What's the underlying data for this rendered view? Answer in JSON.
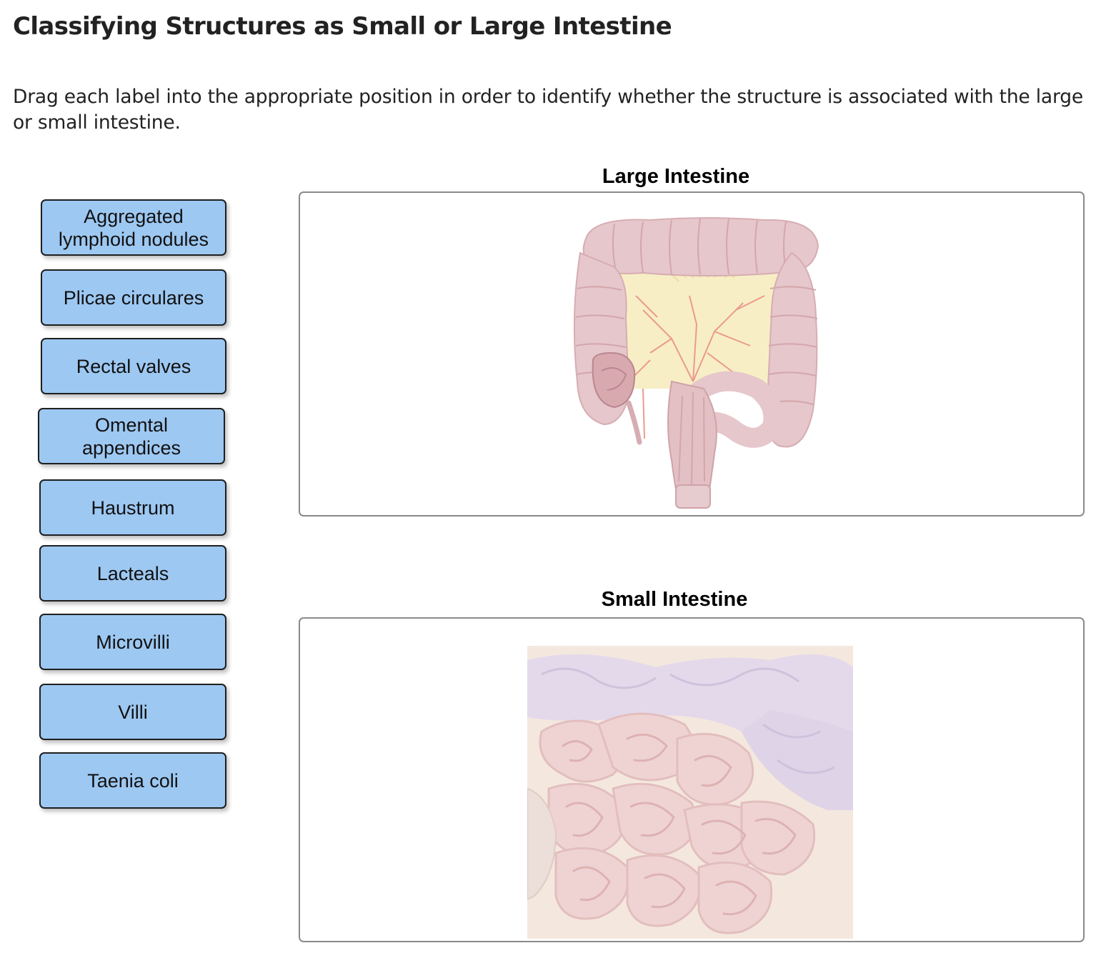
{
  "header": {
    "title": "Classifying Structures as Small or Large Intestine",
    "instructions": "Drag each label into the appropriate position in order to identify whether the structure is associated with the large or small intestine."
  },
  "labels": [
    {
      "line1": "Aggregated",
      "line2": "lymphoid nodules"
    },
    {
      "line1": "Plicae circulares"
    },
    {
      "line1": "Rectal valves"
    },
    {
      "line1": "Omental",
      "line2": "appendices"
    },
    {
      "line1": "Haustrum"
    },
    {
      "line1": "Lacteals"
    },
    {
      "line1": "Microvilli"
    },
    {
      "line1": "Villi"
    },
    {
      "line1": "Taenia coli"
    }
  ],
  "targets": {
    "large": {
      "title": "Large Intestine",
      "image": "large-intestine-illustration"
    },
    "small": {
      "title": "Small Intestine",
      "image": "small-intestine-illustration"
    }
  },
  "colors": {
    "label_fill": "#9dc8f2",
    "label_border": "#1f1f1f",
    "zone_border": "#8a8a8a",
    "intestine_pink": "#e3c3c6",
    "intestine_purple": "#d9cde6",
    "mesentery_yellow": "#f5e9b8",
    "vessel_red": "#e8857a"
  }
}
